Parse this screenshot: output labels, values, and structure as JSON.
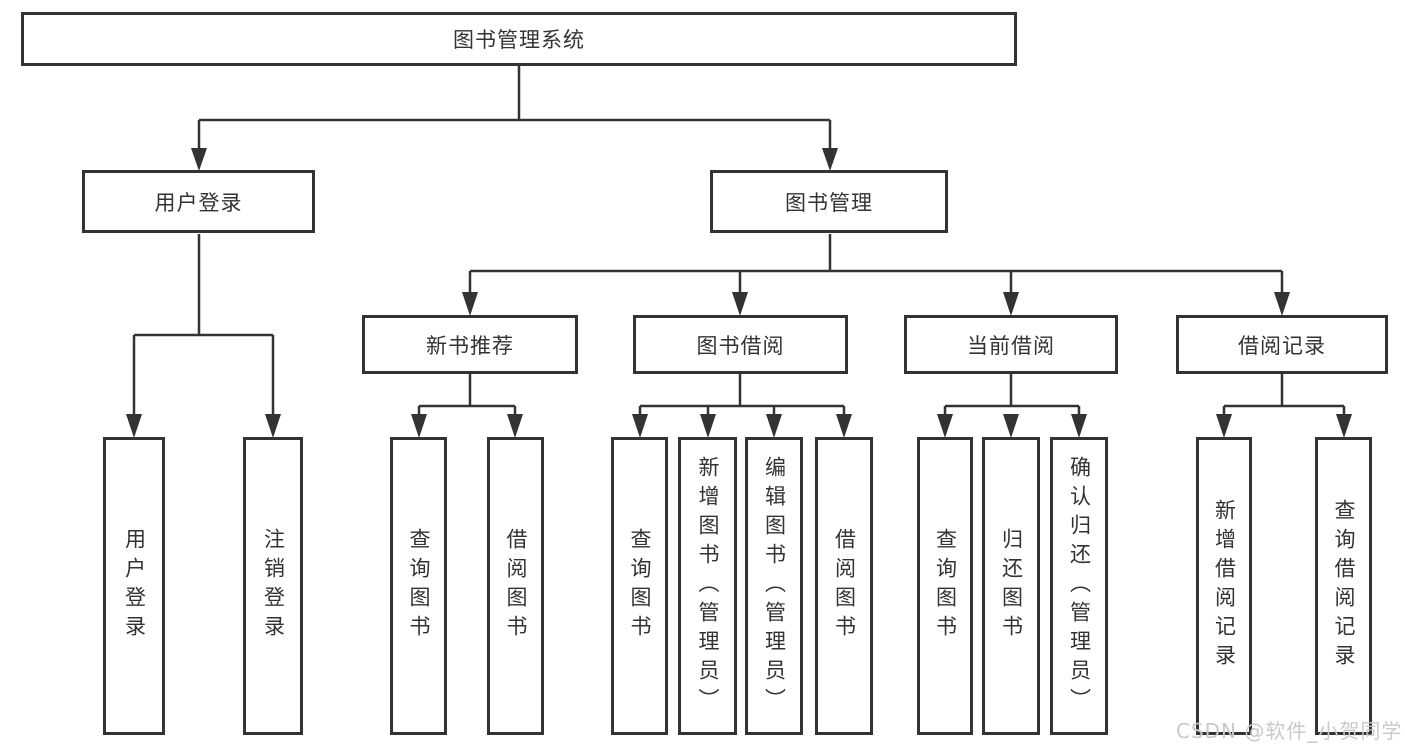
{
  "tree": {
    "root": {
      "label": "图书管理系统"
    },
    "branches": [
      {
        "label": "用户登录",
        "children": [
          {
            "label": "用户登录"
          },
          {
            "label": "注销登录"
          }
        ]
      },
      {
        "label": "图书管理",
        "children": [
          {
            "label": "新书推荐",
            "children": [
              {
                "label": "查询图书"
              },
              {
                "label": "借阅图书"
              }
            ]
          },
          {
            "label": "图书借阅",
            "children": [
              {
                "label": "查询图书"
              },
              {
                "label": "新增图书（管理员）"
              },
              {
                "label": "编辑图书（管理员）"
              },
              {
                "label": "借阅图书"
              }
            ]
          },
          {
            "label": "当前借阅",
            "children": [
              {
                "label": "查询图书"
              },
              {
                "label": "归还图书"
              },
              {
                "label": "确认归还（管理员）"
              }
            ]
          },
          {
            "label": "借阅记录",
            "children": [
              {
                "label": "新增借阅记录"
              },
              {
                "label": "查询借阅记录"
              }
            ]
          }
        ]
      }
    ]
  },
  "watermark": "CSDN @软件_小贺同学",
  "colors": {
    "line": "#333333",
    "text": "#333333",
    "background": "#ffffff",
    "watermark": "#c9c9c9"
  }
}
